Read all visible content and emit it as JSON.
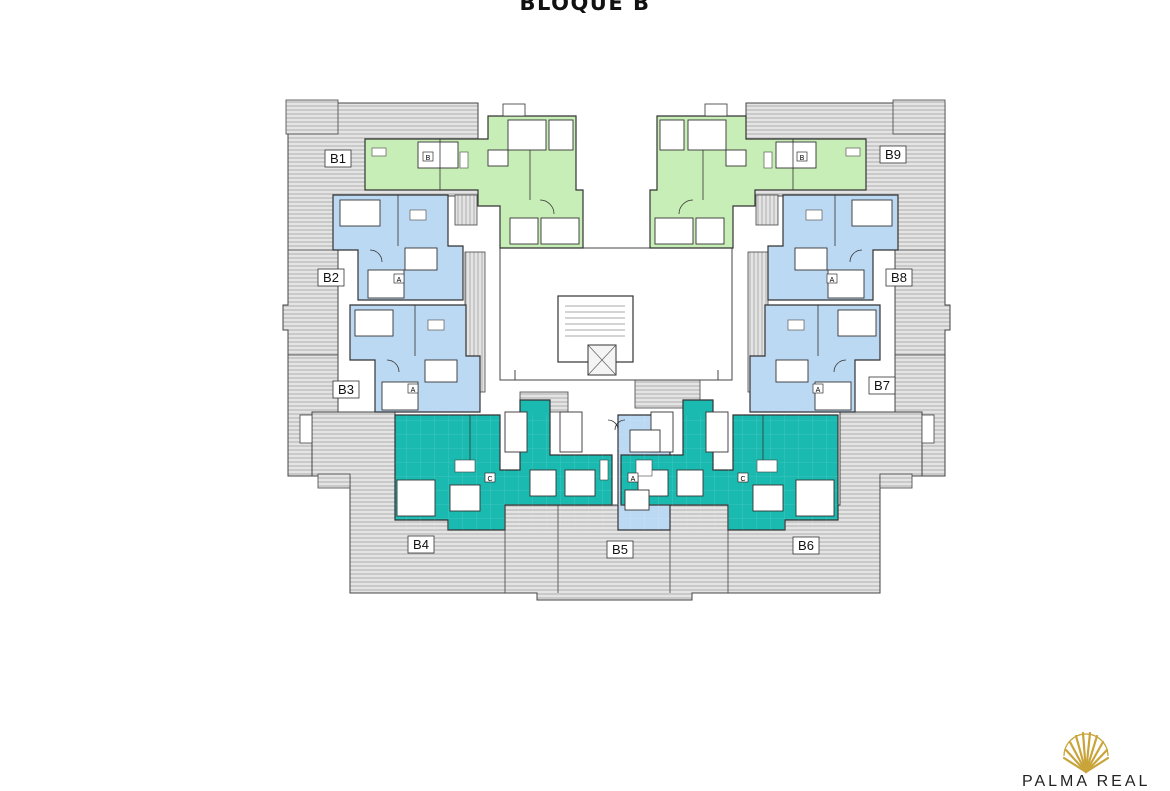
{
  "title": "BLOQUE B",
  "units": [
    {
      "id": "B1"
    },
    {
      "id": "B2"
    },
    {
      "id": "B3"
    },
    {
      "id": "B4"
    },
    {
      "id": "B5"
    },
    {
      "id": "B6"
    },
    {
      "id": "B7"
    },
    {
      "id": "B8"
    },
    {
      "id": "B9"
    }
  ],
  "type_marks": [
    "A",
    "B",
    "C"
  ],
  "colors": {
    "green_unit": "#c7eeb6",
    "blue_unit": "#bcd9f3",
    "teal_unit": "#1abab0",
    "terrace": "#d9d9d9",
    "walls": "#333333",
    "logo_gold": "#c9a43a"
  },
  "logo": {
    "text": "PALMA REAL",
    "icon": "palm-leaf-icon"
  }
}
